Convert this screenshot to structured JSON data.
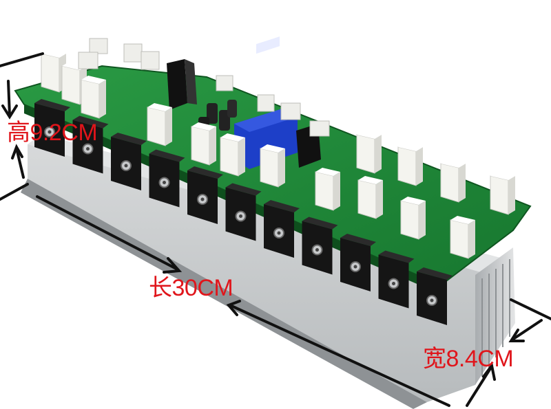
{
  "photo": {
    "subject": "amplifier-board-on-heatsink",
    "colors": {
      "pcb": "#1f8a3a",
      "pcb_dark": "#146628",
      "heatsink": "#c9ccce",
      "heatsink_shadow": "#9ea3a6",
      "transistor": "#151515",
      "capacitor": "#f4f4ef",
      "relay": "#1d3fc8",
      "label_text": "#e0151b",
      "arrow": "#111111"
    },
    "counts": {
      "front_transistors": 11,
      "white_resistors": 8
    }
  },
  "dimensions": {
    "height": {
      "label": "高9.2CM"
    },
    "length": {
      "label": "长30CM"
    },
    "width": {
      "label": "宽8.4CM"
    }
  }
}
